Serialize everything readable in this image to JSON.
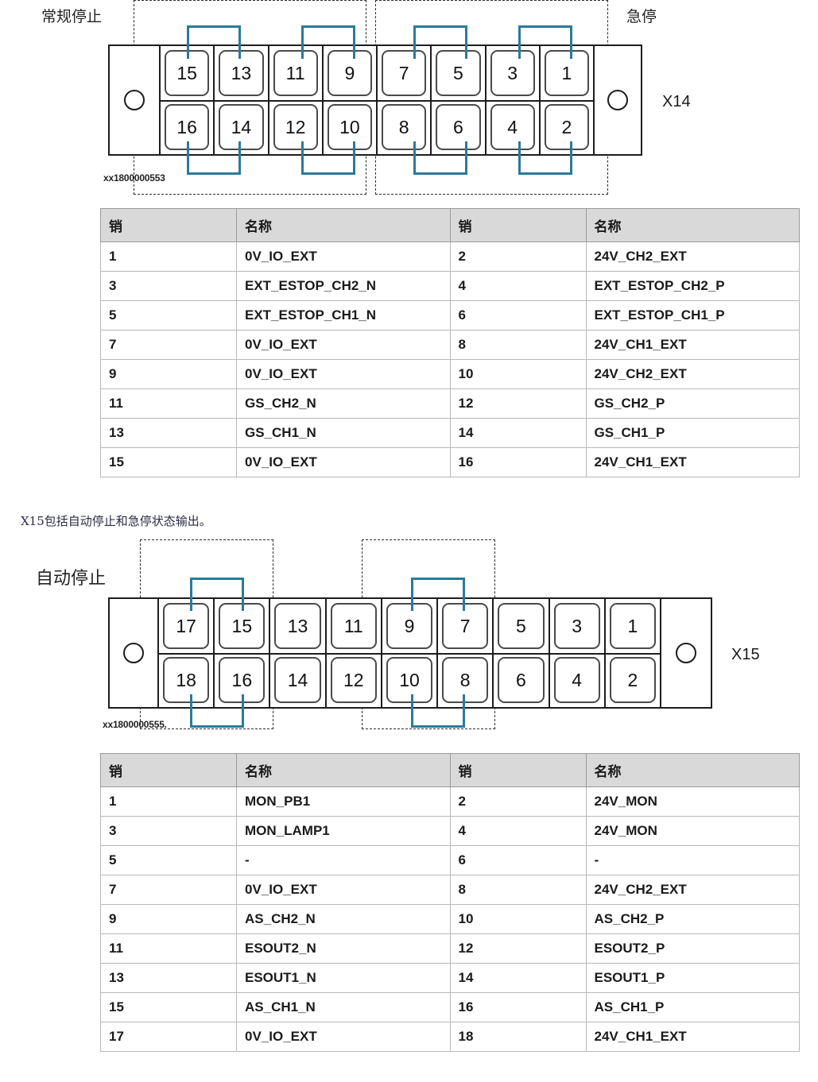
{
  "sections": [
    {
      "id": "x14",
      "connector_label": "X14",
      "part_number": "xx1800000553",
      "annotations": {
        "left": "常规停止",
        "right": "急停"
      },
      "pin_columns_top": [
        "15",
        "13",
        "11",
        "9",
        "7",
        "5",
        "3",
        "1"
      ],
      "pin_columns_bottom": [
        "16",
        "14",
        "12",
        "10",
        "8",
        "6",
        "4",
        "2"
      ],
      "jumpers": [
        {
          "row": "top",
          "from": "15",
          "to": "13"
        },
        {
          "row": "bottom",
          "from": "16",
          "to": "14"
        },
        {
          "row": "top",
          "from": "11",
          "to": "9"
        },
        {
          "row": "bottom",
          "from": "12",
          "to": "10"
        },
        {
          "row": "top",
          "from": "7",
          "to": "5"
        },
        {
          "row": "bottom",
          "from": "8",
          "to": "6"
        },
        {
          "row": "top",
          "from": "3",
          "to": "1"
        },
        {
          "row": "bottom",
          "from": "4",
          "to": "2"
        }
      ],
      "table": {
        "headers": [
          "销",
          "名称",
          "销",
          "名称"
        ],
        "rows": [
          [
            "1",
            "0V_IO_EXT",
            "2",
            "24V_CH2_EXT"
          ],
          [
            "3",
            "EXT_ESTOP_CH2_N",
            "4",
            "EXT_ESTOP_CH2_P"
          ],
          [
            "5",
            "EXT_ESTOP_CH1_N",
            "6",
            "EXT_ESTOP_CH1_P"
          ],
          [
            "7",
            "0V_IO_EXT",
            "8",
            "24V_CH1_EXT"
          ],
          [
            "9",
            "0V_IO_EXT",
            "10",
            "24V_CH2_EXT"
          ],
          [
            "11",
            "GS_CH2_N",
            "12",
            "GS_CH2_P"
          ],
          [
            "13",
            "GS_CH1_N",
            "14",
            "GS_CH1_P"
          ],
          [
            "15",
            "0V_IO_EXT",
            "16",
            "24V_CH1_EXT"
          ]
        ]
      }
    },
    {
      "id": "x15",
      "connector_label": "X15",
      "part_number": "xx1800000555.",
      "annotations": {
        "left": "自动停止"
      },
      "intro_text": "X15包括自动停止和急停状态输出。",
      "pin_columns_top": [
        "17",
        "15",
        "13",
        "11",
        "9",
        "7",
        "5",
        "3",
        "1"
      ],
      "pin_columns_bottom": [
        "18",
        "16",
        "14",
        "12",
        "10",
        "8",
        "6",
        "4",
        "2"
      ],
      "jumpers": [
        {
          "row": "top",
          "from": "17",
          "to": "15"
        },
        {
          "row": "bottom",
          "from": "18",
          "to": "16"
        },
        {
          "row": "top",
          "from": "9",
          "to": "7"
        },
        {
          "row": "bottom",
          "from": "10",
          "to": "8"
        }
      ],
      "table": {
        "headers": [
          "销",
          "名称",
          "销",
          "名称"
        ],
        "rows": [
          [
            "1",
            "MON_PB1",
            "2",
            "24V_MON"
          ],
          [
            "3",
            "MON_LAMP1",
            "4",
            "24V_MON"
          ],
          [
            "5",
            "-",
            "6",
            "-"
          ],
          [
            "7",
            "0V_IO_EXT",
            "8",
            "24V_CH2_EXT"
          ],
          [
            "9",
            "AS_CH2_N",
            "10",
            "AS_CH2_P"
          ],
          [
            "11",
            "ESOUT2_N",
            "12",
            "ESOUT2_P"
          ],
          [
            "13",
            "ESOUT1_N",
            "14",
            "ESOUT1_P"
          ],
          [
            "15",
            "AS_CH1_N",
            "16",
            "AS_CH1_P"
          ],
          [
            "17",
            "0V_IO_EXT",
            "18",
            "24V_CH1_EXT"
          ]
        ]
      }
    }
  ],
  "colors": {
    "jumper": "#2b7a99",
    "table_header_bg": "#d9d9d9",
    "outline": "#1d1d1d"
  }
}
